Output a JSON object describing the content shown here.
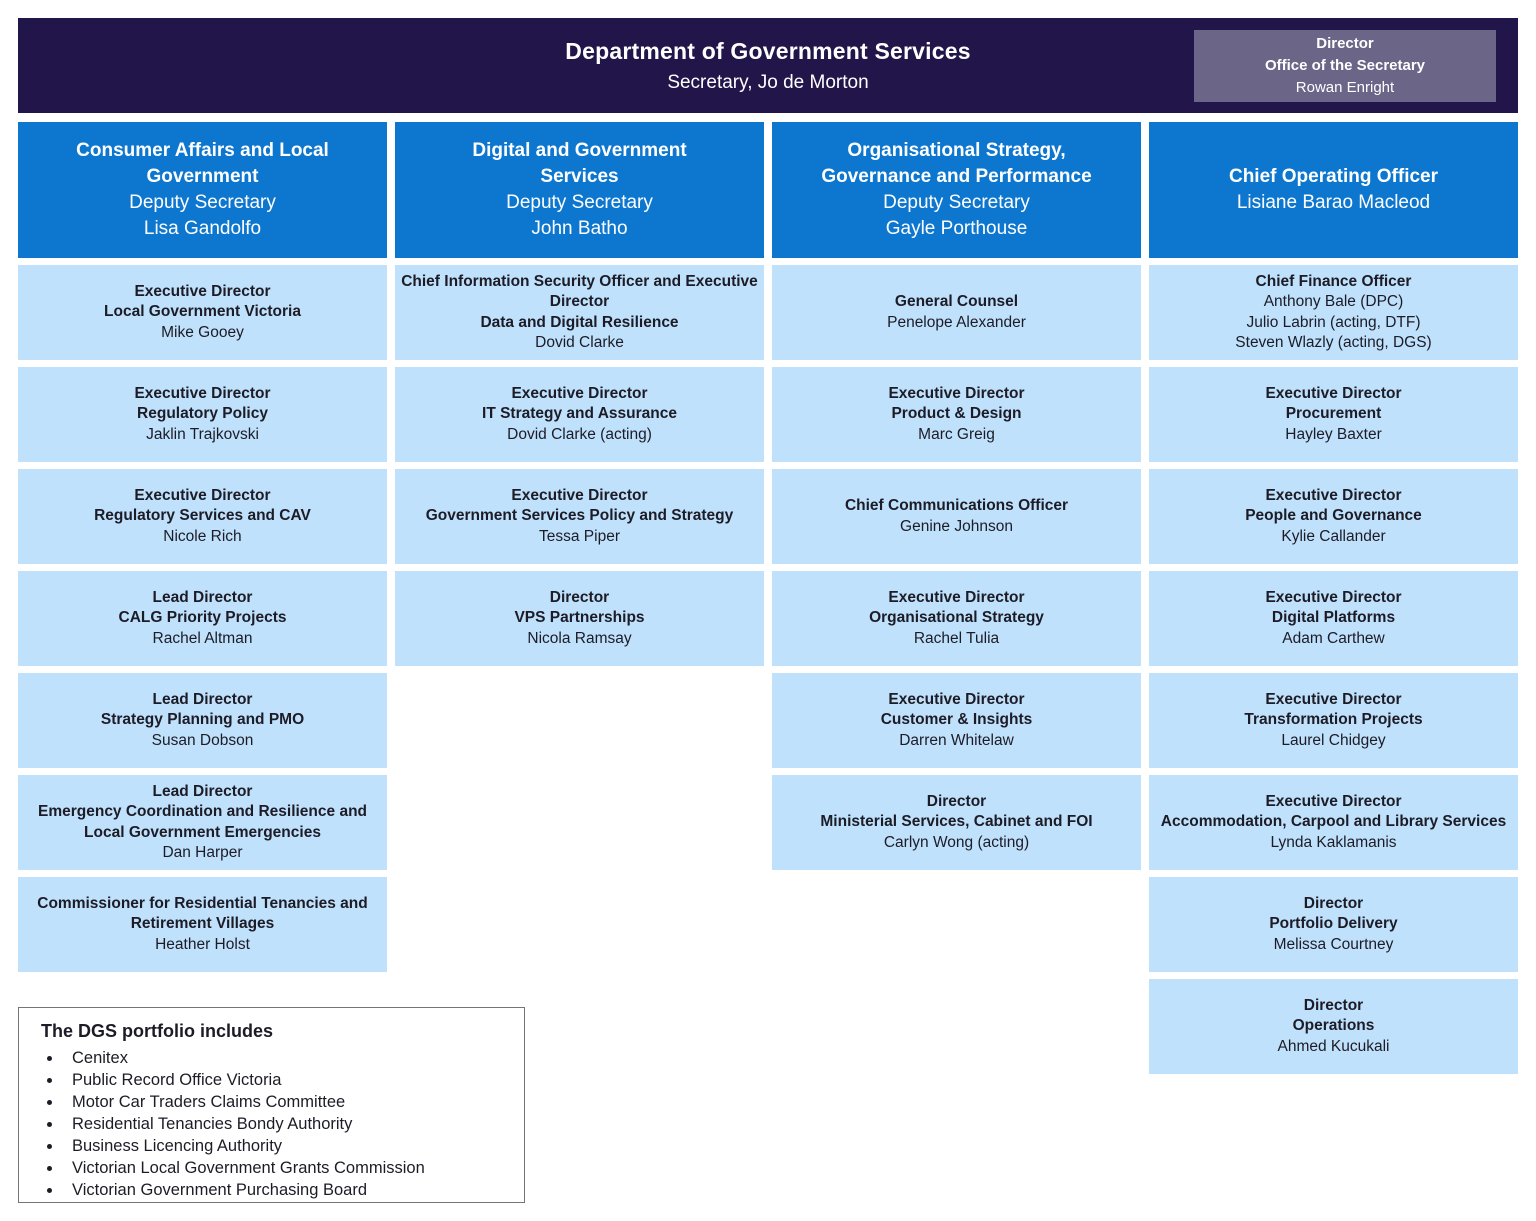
{
  "colors": {
    "navy": "#211549",
    "blue": "#0d77d0",
    "light_blue": "#bfe1fc",
    "grey_purple": "#6b6588",
    "text_dark": "#1d1c26",
    "white": "#ffffff"
  },
  "header": {
    "title": "Department of Government Services",
    "subtitle": "Secretary, Jo de Morton",
    "office_box": {
      "role": "Director",
      "unit": "Office of the Secretary",
      "name": "Rowan Enright"
    }
  },
  "columns": [
    {
      "header": {
        "title": "Consumer Affairs and Local\nGovernment",
        "role": "Deputy Secretary",
        "name": "Lisa Gandolfo"
      },
      "boxes": [
        {
          "title": "Executive Director\nLocal Government Victoria",
          "name": "Mike Gooey"
        },
        {
          "title": "Executive Director\nRegulatory Policy",
          "name": "Jaklin Trajkovski"
        },
        {
          "title": "Executive Director\nRegulatory Services and CAV",
          "name": "Nicole Rich"
        },
        {
          "title": "Lead Director\nCALG Priority Projects",
          "name": "Rachel Altman"
        },
        {
          "title": "Lead Director\nStrategy Planning and PMO",
          "name": "Susan Dobson"
        },
        {
          "title": "Lead Director\nEmergency Coordination and Resilience and Local Government Emergencies",
          "name": "Dan Harper"
        },
        {
          "title": "Commissioner for Residential Tenancies and Retirement Villages",
          "name": "Heather Holst"
        }
      ]
    },
    {
      "header": {
        "title": "Digital and Government\nServices",
        "role": "Deputy Secretary",
        "name": "John Batho"
      },
      "boxes": [
        {
          "title": "Chief Information Security Officer and Executive Director\nData and Digital Resilience",
          "name": "Dovid Clarke"
        },
        {
          "title": "Executive Director\nIT Strategy and Assurance",
          "name": "Dovid Clarke (acting)"
        },
        {
          "title": "Executive Director\nGovernment Services Policy and Strategy",
          "name": "Tessa Piper"
        },
        {
          "title": "Director\nVPS Partnerships",
          "name": "Nicola Ramsay"
        }
      ]
    },
    {
      "header": {
        "title": "Organisational Strategy,\nGovernance and Performance",
        "role": "Deputy Secretary",
        "name": "Gayle Porthouse"
      },
      "boxes": [
        {
          "title": "General Counsel",
          "name": "Penelope Alexander"
        },
        {
          "title": "Executive Director\nProduct & Design",
          "name": "Marc Greig"
        },
        {
          "title": "Chief Communications Officer",
          "name": "Genine Johnson"
        },
        {
          "title": "Executive Director\nOrganisational Strategy",
          "name": "Rachel Tulia"
        },
        {
          "title": "Executive Director\nCustomer & Insights",
          "name": "Darren Whitelaw"
        },
        {
          "title": "Director\nMinisterial Services, Cabinet and FOI",
          "name": "Carlyn Wong (acting)"
        }
      ]
    },
    {
      "header": {
        "title": "Chief Operating Officer",
        "role": "",
        "name": "Lisiane Barao Macleod"
      },
      "boxes": [
        {
          "title": "Chief Finance Officer",
          "name": "Anthony Bale (DPC)\nJulio Labrin (acting, DTF)\nSteven Wlazly (acting, DGS)"
        },
        {
          "title": "Executive Director\nProcurement",
          "name": "Hayley Baxter"
        },
        {
          "title": "Executive Director\nPeople and Governance",
          "name": "Kylie Callander"
        },
        {
          "title": "Executive Director\nDigital Platforms",
          "name": "Adam Carthew"
        },
        {
          "title": "Executive Director\nTransformation Projects",
          "name": "Laurel Chidgey"
        },
        {
          "title": "Executive Director\nAccommodation, Carpool and Library Services",
          "name": "Lynda Kaklamanis"
        },
        {
          "title": "Director\nPortfolio Delivery",
          "name": "Melissa Courtney"
        },
        {
          "title": "Director\nOperations",
          "name": "Ahmed Kucukali"
        }
      ]
    }
  ],
  "portfolio": {
    "title": "The DGS portfolio includes",
    "items": [
      "Cenitex",
      "Public Record Office Victoria",
      "Motor Car Traders Claims Committee",
      "Residential Tenancies Bondy Authority",
      "Business Licencing Authority",
      "Victorian Local Government Grants Commission",
      "Victorian Government Purchasing Board"
    ]
  }
}
